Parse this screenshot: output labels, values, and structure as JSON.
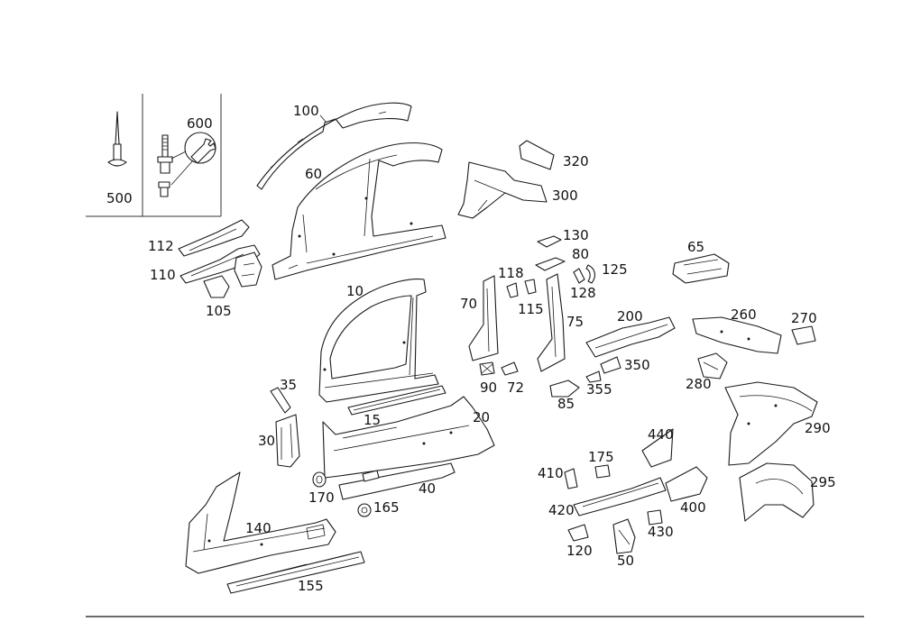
{
  "diagram": {
    "callouts": {
      "c10": "10",
      "c15": "15",
      "c20": "20",
      "c30": "30",
      "c35": "35",
      "c40": "40",
      "c50": "50",
      "c60": "60",
      "c65": "65",
      "c70": "70",
      "c72": "72",
      "c75": "75",
      "c80": "80",
      "c85": "85",
      "c90": "90",
      "c100": "100",
      "c105": "105",
      "c110": "110",
      "c112": "112",
      "c115": "115",
      "c118": "118",
      "c120": "120",
      "c125": "125",
      "c128": "128",
      "c130": "130",
      "c140": "140",
      "c155": "155",
      "c165": "165",
      "c170": "170",
      "c175": "175",
      "c200": "200",
      "c260": "260",
      "c270": "270",
      "c280": "280",
      "c290": "290",
      "c295": "295",
      "c300": "300",
      "c320": "320",
      "c350": "350",
      "c355": "355",
      "c400": "400",
      "c410": "410",
      "c420": "420",
      "c430": "430",
      "c440": "440",
      "c500": "500",
      "c600": "600"
    },
    "icons": [
      "rivet-icon",
      "bolt-icon",
      "wrench-icon",
      "washer-icon"
    ]
  }
}
